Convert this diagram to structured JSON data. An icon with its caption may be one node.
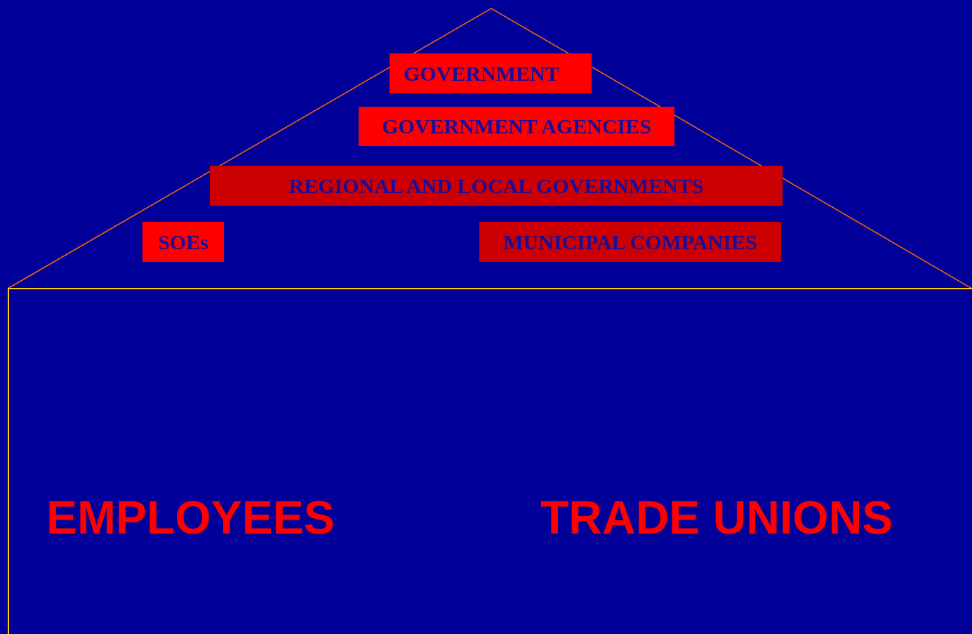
{
  "diagram": {
    "nodes": [
      {
        "text": [
          "GOVERNMENT"
        ]
      },
      {
        "text": [
          "GOVERNMENT AGENCIES"
        ]
      },
      {
        "text": [
          "REGIONAL AND LOCAL GOVERNMENTS"
        ]
      },
      {
        "text": [
          "SOEs"
        ]
      },
      {
        "text": [
          "MUNICIPAL COMPANIES"
        ]
      },
      {
        "text": [
          "EMPLOYEES",
          "TRADE UNIONS"
        ]
      }
    ]
  }
}
